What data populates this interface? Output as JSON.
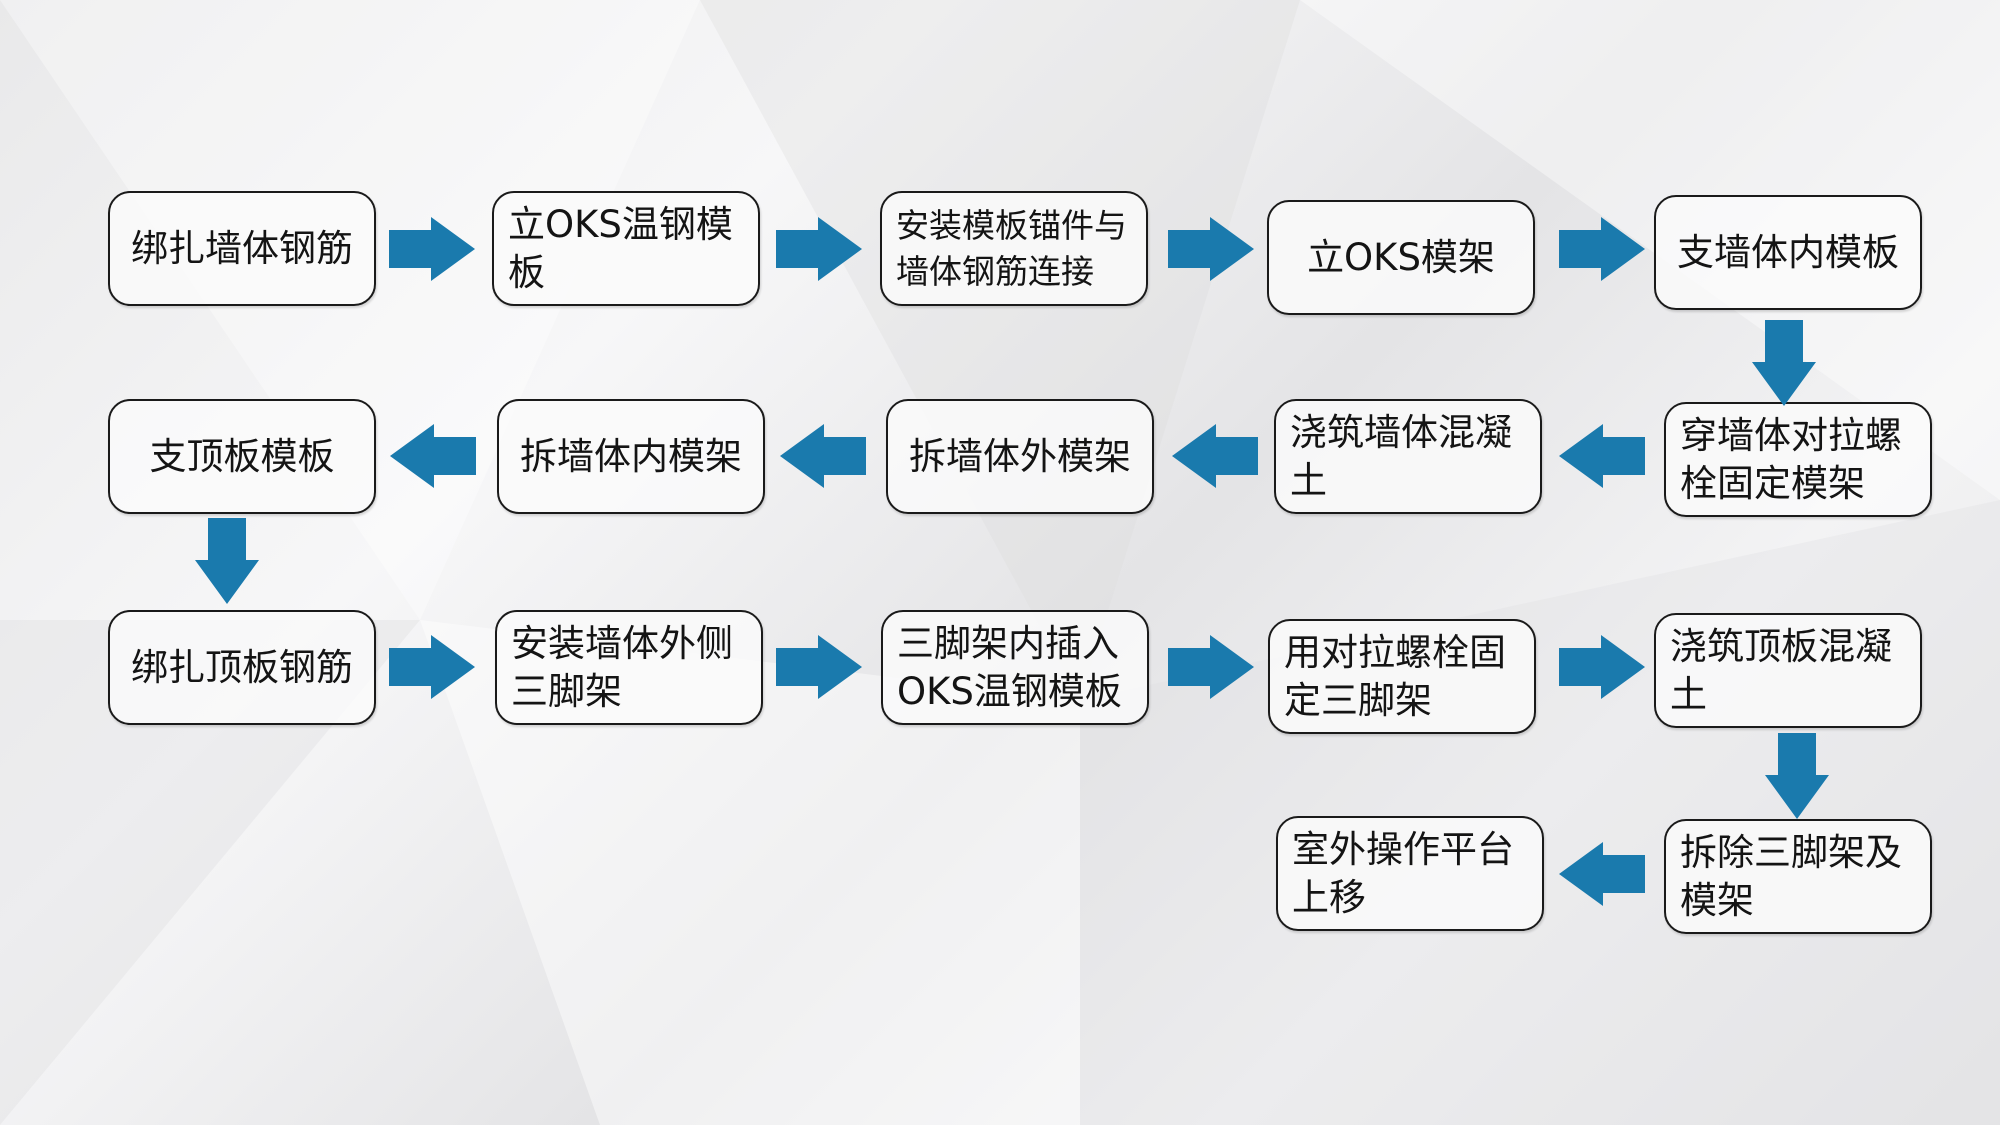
{
  "colors": {
    "arrow": "#1a7aad",
    "border": "#1a1a1a"
  },
  "steps": [
    "绑扎墙体钢筋",
    "立OKS温钢模板",
    "安装模板锚件与墙体钢筋连接",
    "立OKS模架",
    "支墙体内模板",
    "穿墙体对拉螺栓固定模架",
    "浇筑墙体混凝土",
    "拆墙体外模架",
    "拆墙体内模架",
    "支顶板模板",
    "绑扎顶板钢筋",
    "安装墙体外侧三脚架",
    "三脚架内插入OKS温钢模板",
    "用对拉螺栓固定三脚架",
    "浇筑顶板混凝土",
    "拆除三脚架及模架",
    "室外操作平台上移"
  ]
}
